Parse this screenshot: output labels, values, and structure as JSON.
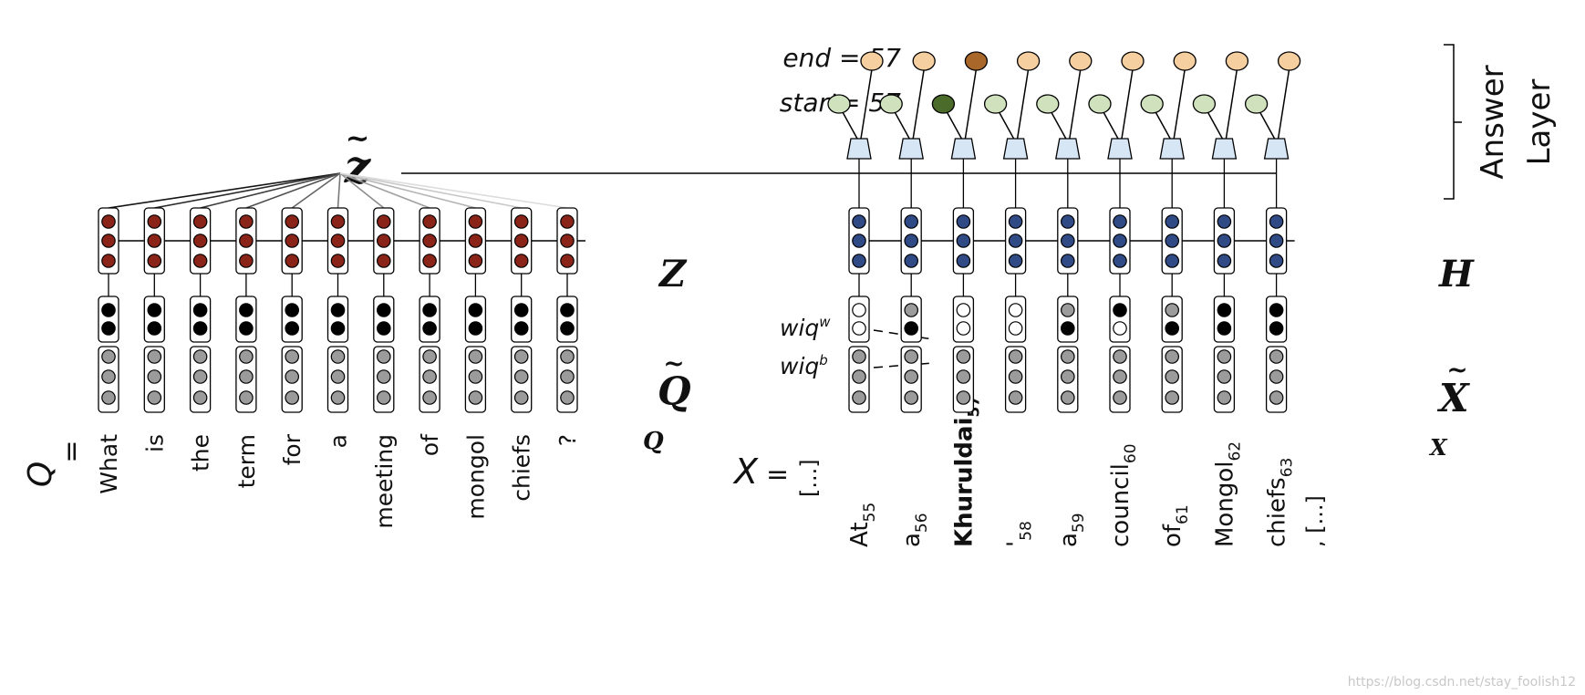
{
  "answer_layer": {
    "end_label": "end = 57",
    "start_label": "start= 57",
    "title_line1": "Answer",
    "title_line2": "Layer"
  },
  "z_tilde_symbol": "z",
  "labels": {
    "Z": "Z",
    "H": "H",
    "Q_tilde": "Q",
    "X_tilde": "X",
    "Q_small": "Q",
    "X_small": "X",
    "wiq_w_base": "wiq",
    "wiq_w_sup": "w",
    "wiq_b_base": "wiq",
    "wiq_b_sup": "b"
  },
  "question": {
    "prefix": "Q",
    "eq": "=",
    "tokens": [
      "What",
      "is",
      "the",
      "term",
      "for",
      "a",
      "meeting",
      "of",
      "mongol",
      "chiefs",
      "?"
    ],
    "wiq_pattern": [
      [
        "filled",
        "filled"
      ],
      [
        "filled",
        "filled"
      ],
      [
        "filled",
        "filled"
      ],
      [
        "filled",
        "filled"
      ],
      [
        "filled",
        "filled"
      ],
      [
        "filled",
        "filled"
      ],
      [
        "filled",
        "filled"
      ],
      [
        "filled",
        "filled"
      ],
      [
        "filled",
        "filled"
      ],
      [
        "filled",
        "filled"
      ],
      [
        "filled",
        "filled"
      ]
    ]
  },
  "context": {
    "prefix": "X",
    "eq": "=",
    "lead": "[...]",
    "trail": ", [...]",
    "tokens": [
      {
        "word": "At",
        "sub": "55",
        "bold": false
      },
      {
        "word": "a",
        "sub": "56",
        "bold": false
      },
      {
        "word": "Khuruldai",
        "sub": "57",
        "bold": true
      },
      {
        "word": "'",
        "sub": "58",
        "bold": false
      },
      {
        "word": "a",
        "sub": "59",
        "bold": false
      },
      {
        "word": "council",
        "sub": "60",
        "bold": false
      },
      {
        "word": "of",
        "sub": "61",
        "bold": false
      },
      {
        "word": "Mongol",
        "sub": "62",
        "bold": false
      },
      {
        "word": "chiefs",
        "sub": "63",
        "bold": false
      }
    ],
    "wiq_pattern": [
      [
        "empty",
        "empty"
      ],
      [
        "gray",
        "filled"
      ],
      [
        "empty",
        "empty"
      ],
      [
        "empty",
        "empty"
      ],
      [
        "gray",
        "filled"
      ],
      [
        "filled",
        "empty"
      ],
      [
        "gray",
        "filled"
      ],
      [
        "filled",
        "filled"
      ],
      [
        "filled",
        "filled"
      ]
    ],
    "highlight_index": 2
  },
  "colors": {
    "red": "#8b2418",
    "blue": "#2f4a85",
    "gray": "#9b9b9b",
    "black": "#000000",
    "light_blue": "#d6e6f5",
    "peach": "#f6cfa0",
    "end_highlight": "#a9672a",
    "light_green": "#cfe2bd",
    "start_highlight": "#4b6b2a"
  },
  "watermark": "https://blog.csdn.net/stay_foolish12"
}
